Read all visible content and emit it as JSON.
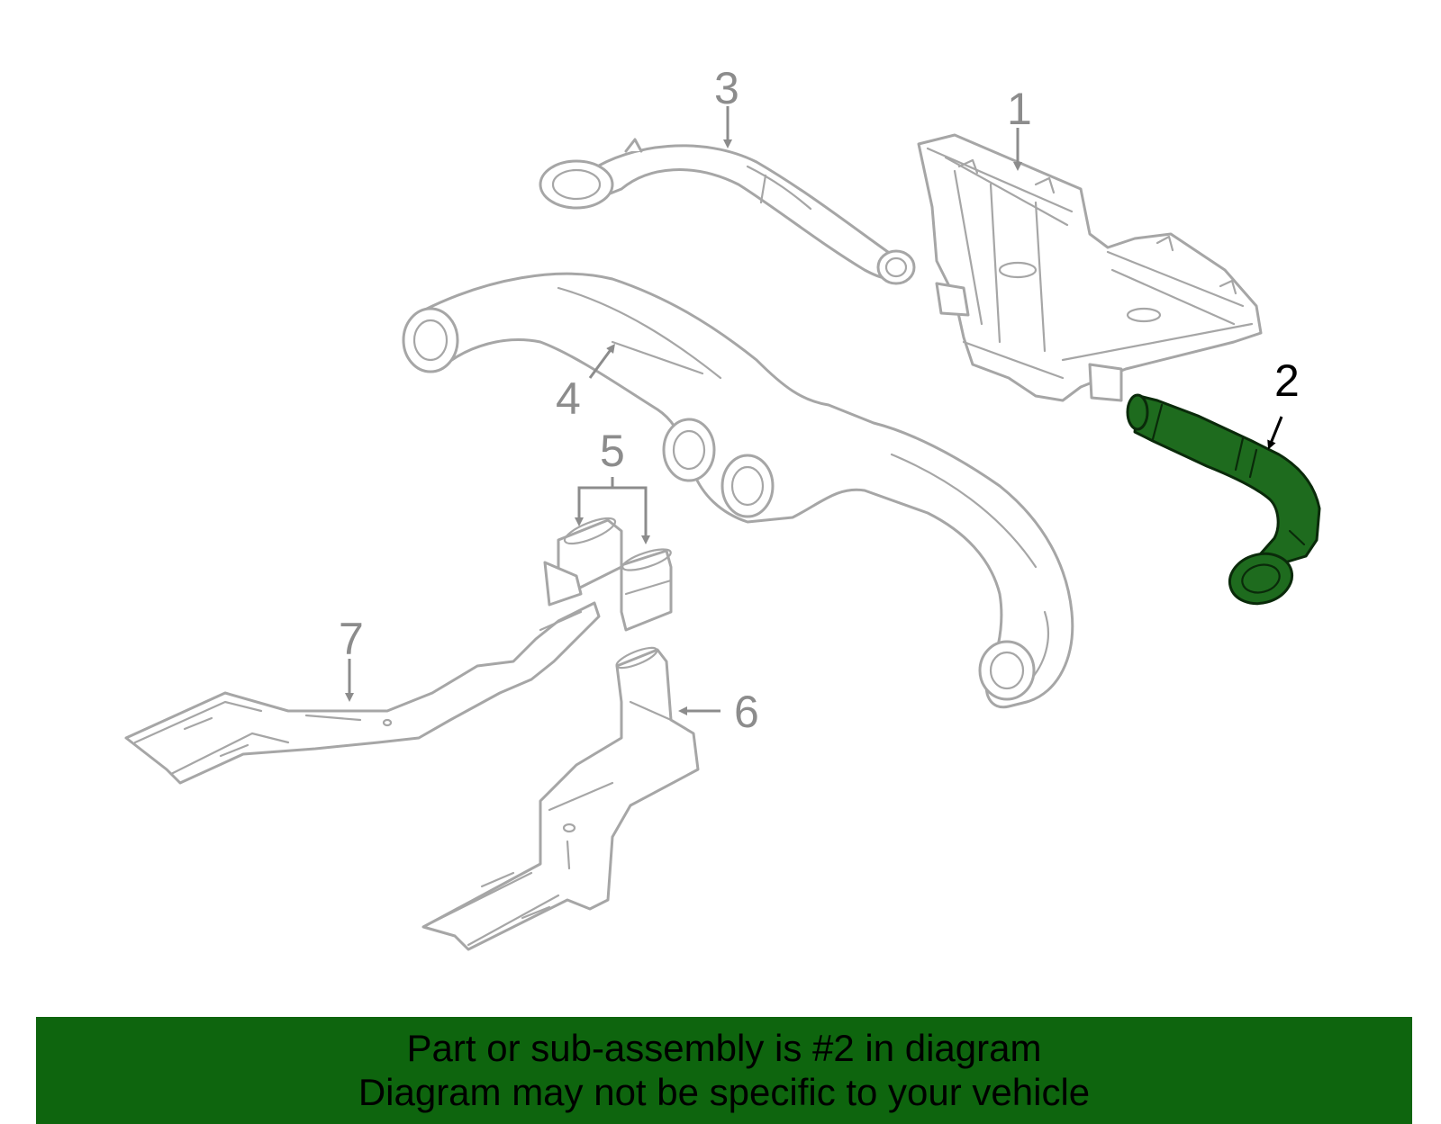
{
  "callouts": {
    "c1": "1",
    "c2": "2",
    "c3": "3",
    "c4": "4",
    "c5": "5",
    "c6": "6",
    "c7": "7"
  },
  "footer": {
    "line1": "Part or sub-assembly is #2 in diagram",
    "line2": "Diagram may not be specific to your vehicle"
  },
  "colors": {
    "highlight": "#1e6b1e",
    "footer_bg": "#0e650e",
    "part_line": "#a6a6a6"
  }
}
